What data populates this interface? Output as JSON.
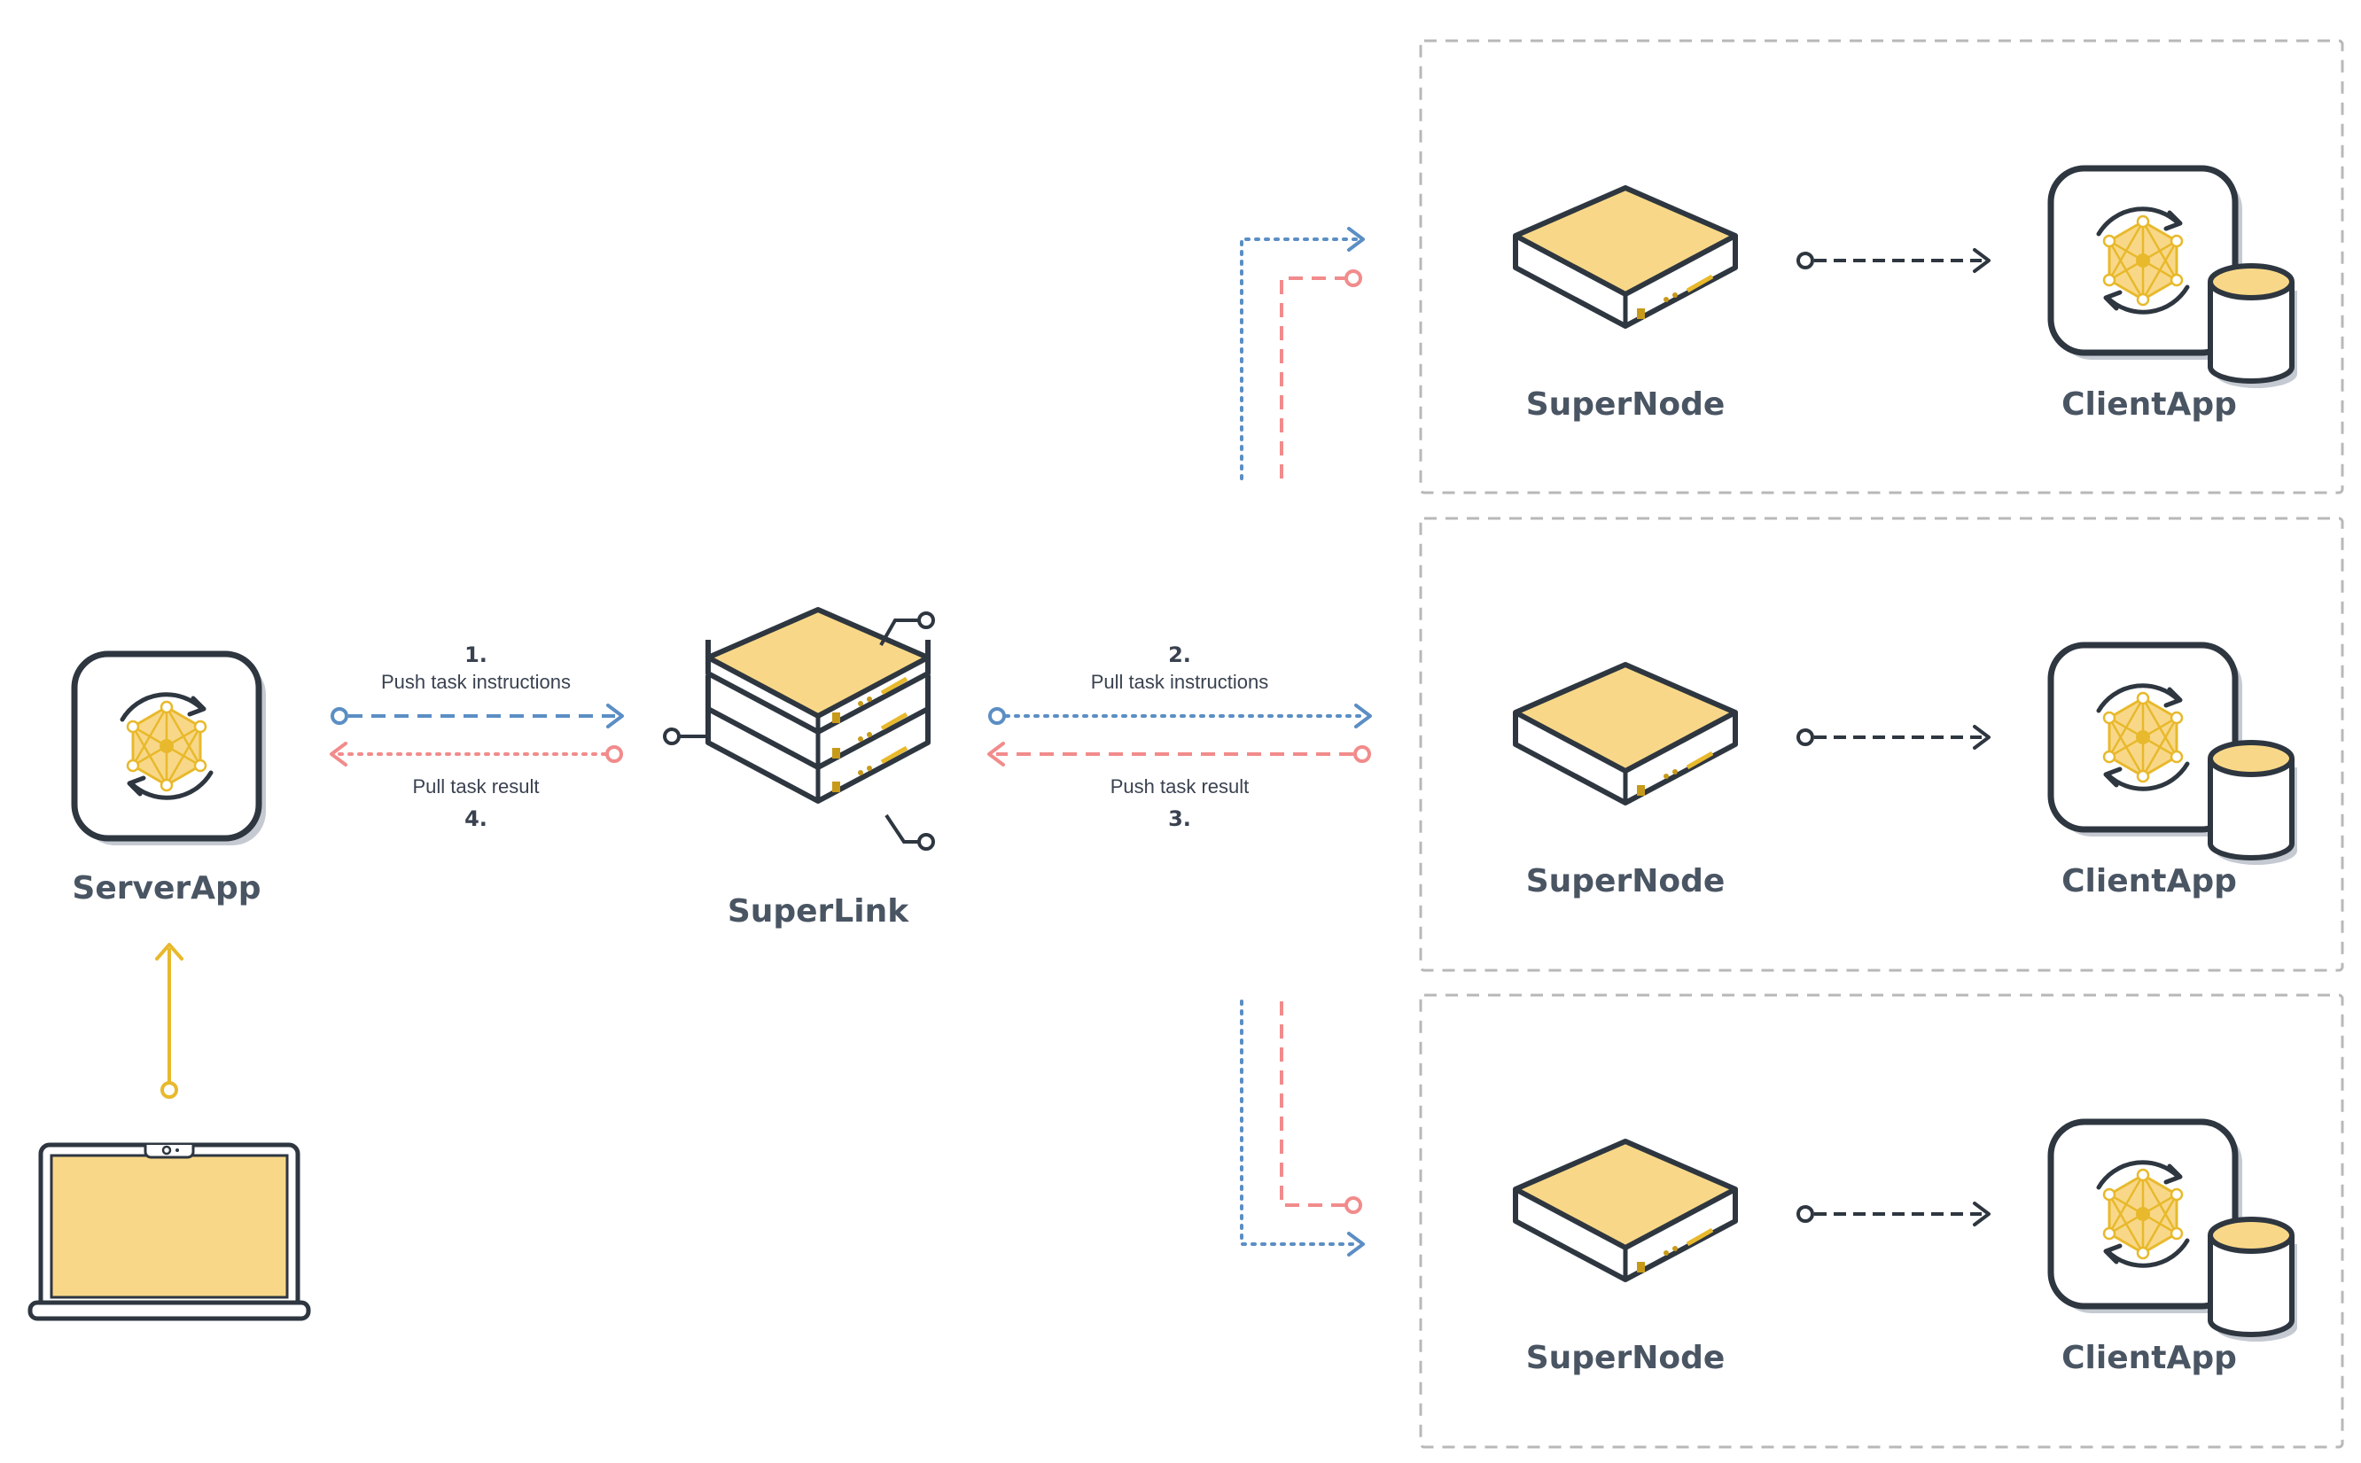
{
  "server_app": {
    "label": "ServerApp"
  },
  "super_link": {
    "label": "SuperLink"
  },
  "left_flow": {
    "push": {
      "number": "1.",
      "text": "Push task instructions"
    },
    "pull": {
      "number": "4.",
      "text": "Pull task result"
    }
  },
  "right_flow": {
    "pull": {
      "number": "2.",
      "text": "Pull task instructions"
    },
    "push": {
      "number": "3.",
      "text": "Push task result"
    }
  },
  "nodes": [
    {
      "supernode_label": "SuperNode",
      "clientapp_label": "ClientApp"
    },
    {
      "supernode_label": "SuperNode",
      "clientapp_label": "ClientApp"
    },
    {
      "supernode_label": "SuperNode",
      "clientapp_label": "ClientApp"
    }
  ],
  "colors": {
    "blue": "#5b8ec4",
    "red": "#f28b8b",
    "yellow": "#f8d888",
    "yellow_dark": "#e8b92c",
    "outline": "#2e3640",
    "box_border": "#b8b8b8",
    "shadow": "#c5cad2"
  }
}
